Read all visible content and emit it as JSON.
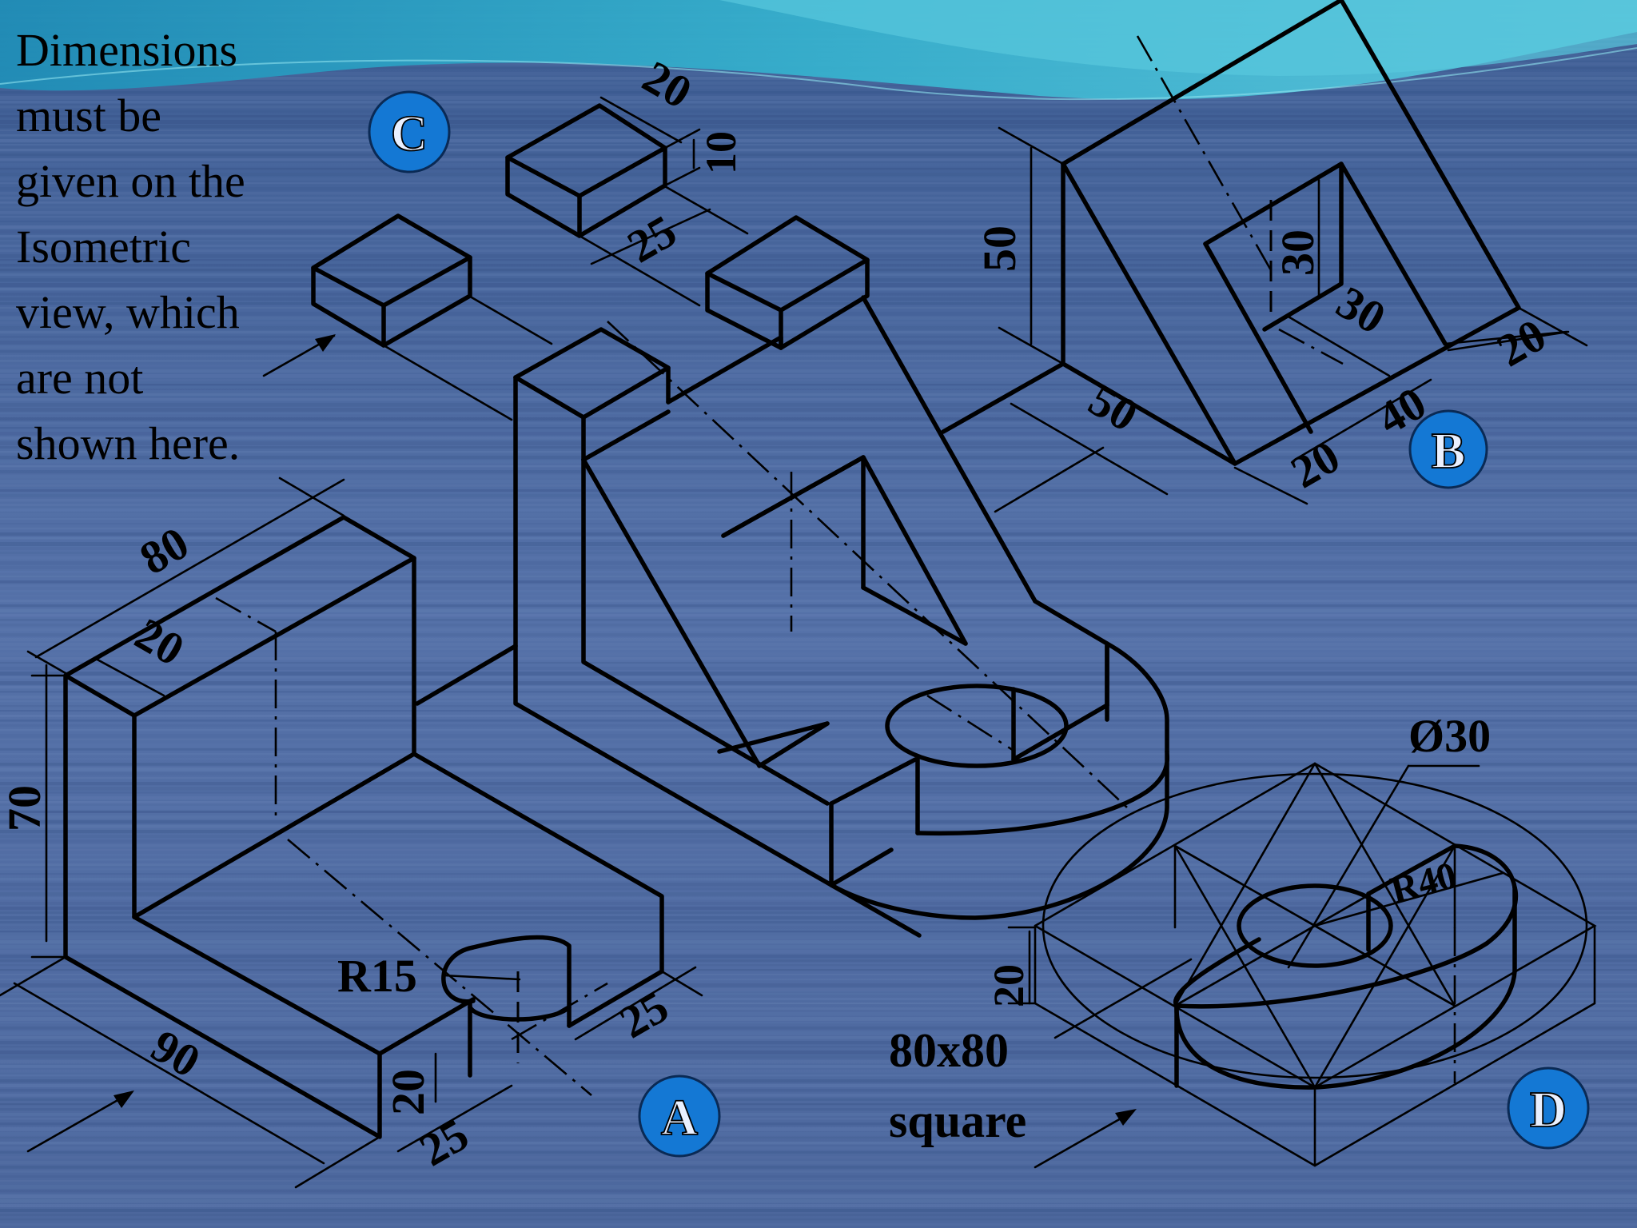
{
  "note": {
    "lines": [
      "Dimensions",
      "must be",
      "given on the",
      "Isometric",
      "view, which",
      "are not",
      "shown here."
    ]
  },
  "colors": {
    "background": "#4f6a9f",
    "wave_light": "#3fb7d2",
    "badge_fill": "#1478d4",
    "line": "#000000"
  },
  "views": {
    "A": {
      "badge": "A",
      "dims": {
        "length_80": "80",
        "thickness_20": "20",
        "height_70": "70",
        "length_90": "90",
        "radius": "R15",
        "step_height": "20",
        "step_25a": "25",
        "step_25b": "25"
      }
    },
    "B": {
      "badge": "B",
      "dims": {
        "height_50": "50",
        "slot_30_vertical": "30",
        "slot_30_depth": "30",
        "width_20_right": "20",
        "depth_50": "50",
        "width_40": "40",
        "width_20_left": "20"
      }
    },
    "C": {
      "badge": "C",
      "dims": {
        "width_20": "20",
        "height_10": "10",
        "length_25": "25"
      }
    },
    "D": {
      "badge": "D",
      "dims": {
        "diameter": "Ø30",
        "radius": "R40",
        "height_20": "20"
      },
      "square_label": [
        "80x80",
        "square"
      ]
    }
  }
}
